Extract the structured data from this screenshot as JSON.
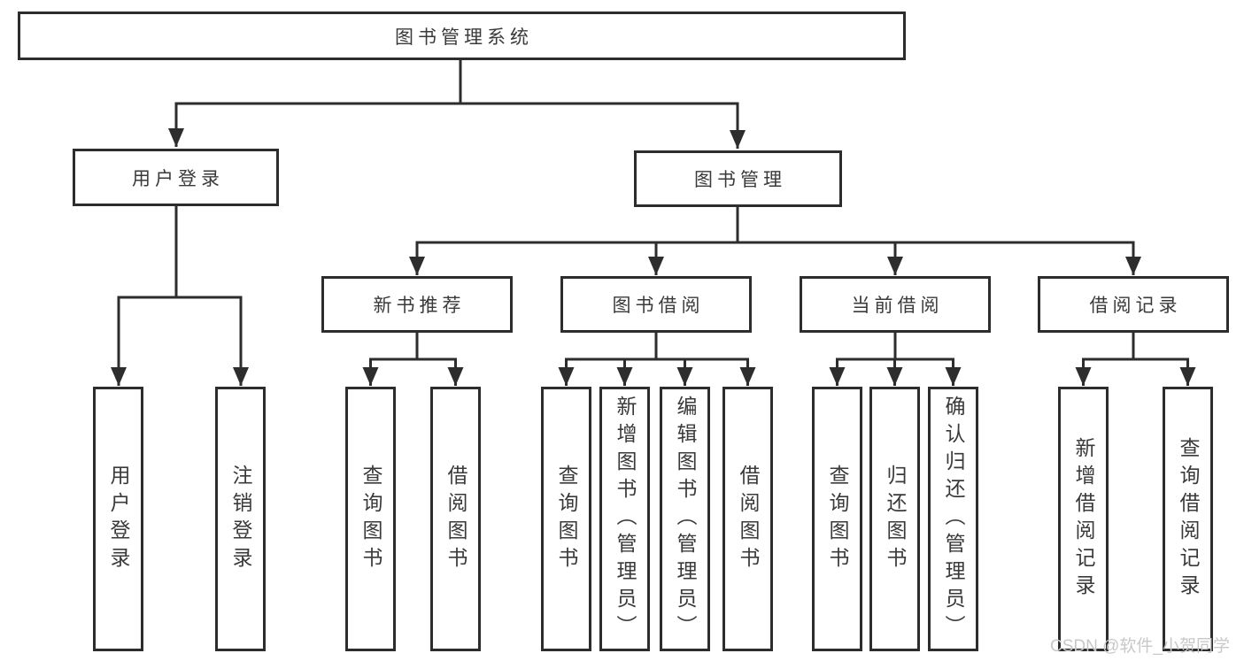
{
  "tree": {
    "root": {
      "label": "图书管理系统"
    },
    "branches": [
      {
        "label": "用户登录",
        "children": [
          {
            "label": "用户登录"
          },
          {
            "label": "注销登录"
          }
        ]
      },
      {
        "label": "图书管理",
        "children": [
          {
            "label": "新书推荐",
            "children": [
              {
                "label": "查询图书"
              },
              {
                "label": "借阅图书"
              }
            ]
          },
          {
            "label": "图书借阅",
            "children": [
              {
                "label": "查询图书"
              },
              {
                "label": "新增图书（管理员）"
              },
              {
                "label": "编辑图书（管理员）"
              },
              {
                "label": "借阅图书"
              }
            ]
          },
          {
            "label": "当前借阅",
            "children": [
              {
                "label": "查询图书"
              },
              {
                "label": "归还图书"
              },
              {
                "label": "确认归还（管理员）"
              }
            ]
          },
          {
            "label": "借阅记录",
            "children": [
              {
                "label": "新增借阅记录"
              },
              {
                "label": "查询借阅记录"
              }
            ]
          }
        ]
      }
    ]
  },
  "watermark": "CSDN @软件_小贺同学",
  "colors": {
    "background": "#ffffff",
    "line": "#2d2d2d",
    "box_border": "#2d2d2d",
    "box_fill": "#ffffff",
    "text": "#3a3a3a",
    "watermark": "#c8c8c8"
  }
}
